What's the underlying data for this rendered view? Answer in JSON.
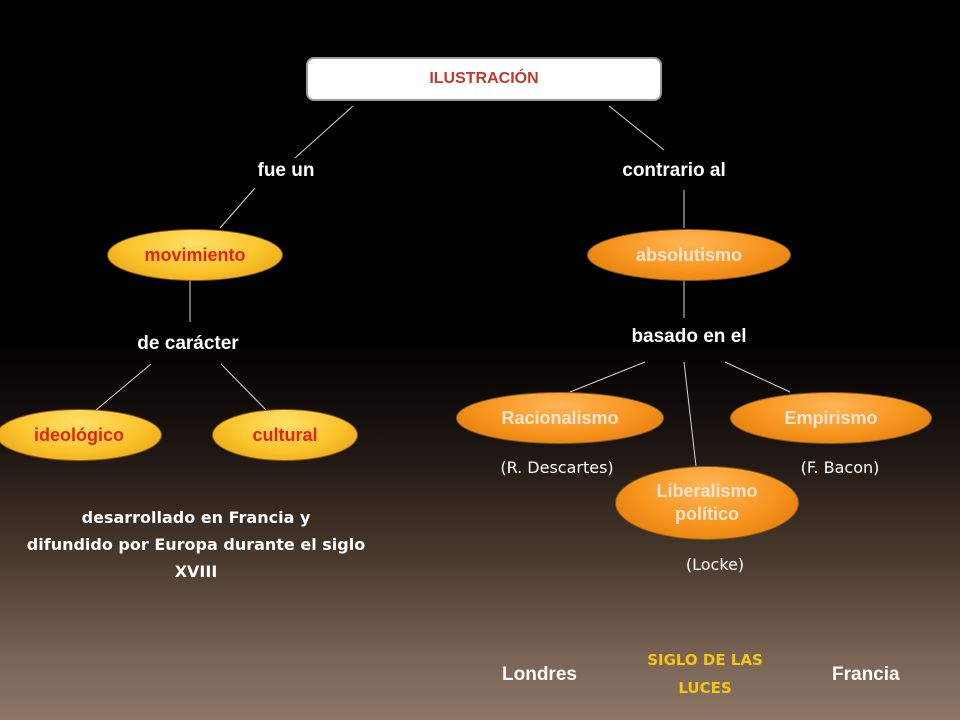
{
  "title": "ILUSTRACIÓN",
  "connectors": {
    "fue_un": "fue un",
    "contrario_al": "contrario al",
    "de_caracter": "de carácter",
    "basado_en_el": "basado en el"
  },
  "nodes": {
    "movimiento": "movimiento",
    "absolutismo": "absolutismo",
    "ideologico": "ideológico",
    "cultural": "cultural",
    "racionalismo": "Racionalismo",
    "empirismo": "Empirismo",
    "liberalismo_line1": "Liberalismo",
    "liberalismo_line2": "político"
  },
  "notes": {
    "descartes": "(R. Descartes)",
    "bacon": "(F. Bacon)",
    "locke": "(Locke)"
  },
  "description": {
    "line1": "desarrollado en Francia y",
    "line2": "difundido por Europa durante el siglo",
    "line3": "XVIII"
  },
  "footer": {
    "left": "Londres",
    "center_line1": "SIGLO DE LAS",
    "center_line2": "LUCES",
    "right": "Francia"
  },
  "colors": {
    "title_text": "#c0392b",
    "yellow_node": "#fbc42c",
    "yellow_node_text": "#e8220d",
    "orange_node": "#f7941d",
    "siglo_text": "#f5c518"
  }
}
